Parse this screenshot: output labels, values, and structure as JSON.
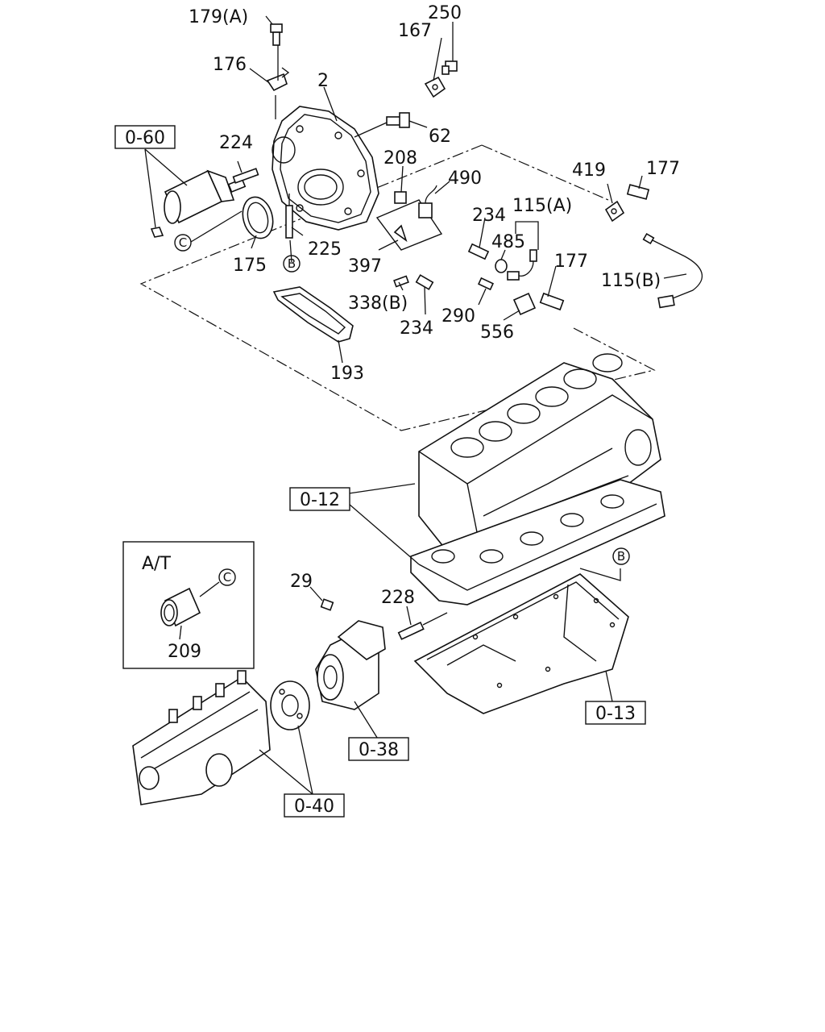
{
  "callouts": {
    "p179a": "179(A)",
    "p250": "250",
    "p167": "167",
    "p176": "176",
    "p2": "2",
    "p62": "62",
    "p224": "224",
    "p208": "208",
    "p490": "490",
    "p419": "419",
    "p177a": "177",
    "p115a": "115(A)",
    "p234a": "234",
    "p485": "485",
    "p175": "175",
    "p225": "225",
    "p397": "397",
    "p177b": "177",
    "p115b": "115(B)",
    "p338b": "338(B)",
    "p290": "290",
    "p234b": "234",
    "p556": "556",
    "p193": "193",
    "p29": "29",
    "p228": "228",
    "p209": "209"
  },
  "refs": {
    "r060": "0-60",
    "r012": "0-12",
    "r013": "0-13",
    "r038": "0-38",
    "r040": "0-40"
  },
  "markers": {
    "C": "C",
    "B": "B"
  },
  "inset": {
    "title": "A/T"
  }
}
